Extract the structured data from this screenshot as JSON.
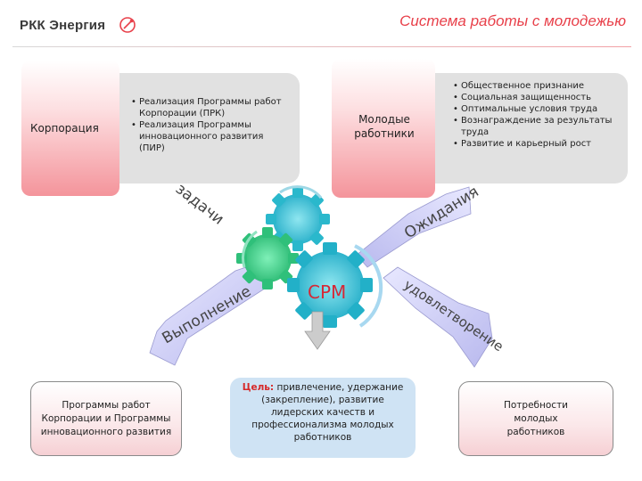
{
  "header": {
    "logo_text": "РКК Энергия",
    "title": "Система работы с молодежью"
  },
  "corporation": {
    "label": "Корпорация",
    "bullets": [
      "Реализация Программы работ Корпорации (ПРК)",
      "Реализация Программы инновационного развития (ПИР)"
    ]
  },
  "young": {
    "label": "Молодые работники",
    "bullets": [
      "Общественное признание",
      "Социальная защищенность",
      "Оптимальные условия труда",
      "Вознаграждение за результаты труда",
      "Развитие и карьерный рост"
    ]
  },
  "arrows": {
    "tasks": "задачи",
    "expectations": "Ожидания",
    "execution": "Выполнение",
    "satisfaction": "удовлетворение"
  },
  "center": {
    "label": "СРМ"
  },
  "bottom": {
    "programs": "Программы работ Корпорации и Программы инновационного развития",
    "goal_label": "Цель:",
    "goal_text": "привлечение, удержание (закрепление), развитие лидерских качеств и профессионализма молодых работников",
    "needs": "Потребности молодых работников"
  },
  "colors": {
    "accent_red": "#e8404a",
    "gear_green": "#3fd08a",
    "gear_cyan": "#37c6d8",
    "arrow_lavender": "#c8c8f0",
    "goal_blue": "#cfe3f4"
  }
}
